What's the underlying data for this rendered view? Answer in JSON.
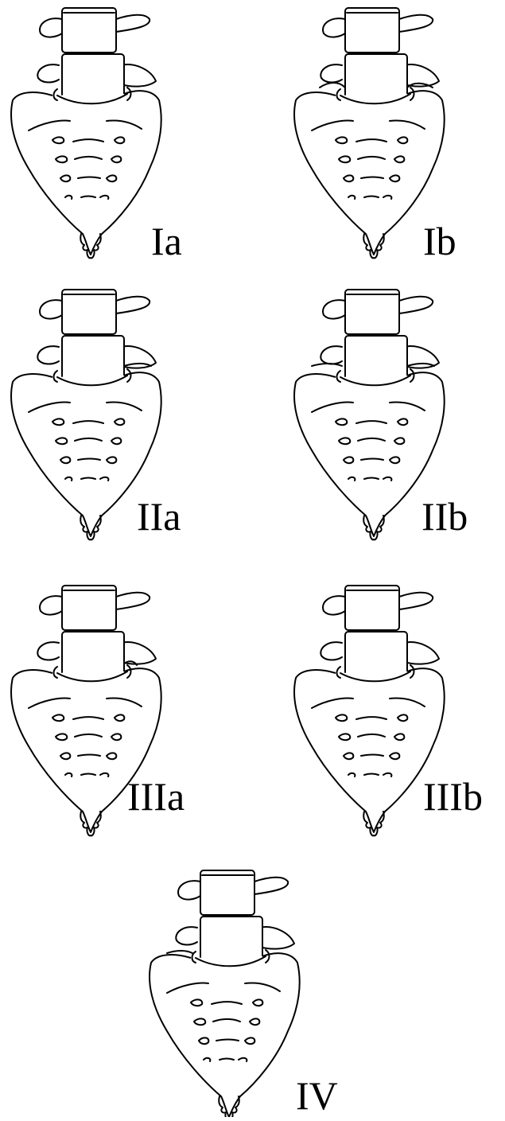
{
  "figure": {
    "panels": [
      {
        "id": "Ia",
        "label": "Ia"
      },
      {
        "id": "Ib",
        "label": "Ib"
      },
      {
        "id": "IIa",
        "label": "IIa"
      },
      {
        "id": "IIb",
        "label": "IIb"
      },
      {
        "id": "IIIa",
        "label": "IIIa"
      },
      {
        "id": "IIIb",
        "label": "IIIb"
      },
      {
        "id": "IV",
        "label": "IV"
      }
    ]
  }
}
